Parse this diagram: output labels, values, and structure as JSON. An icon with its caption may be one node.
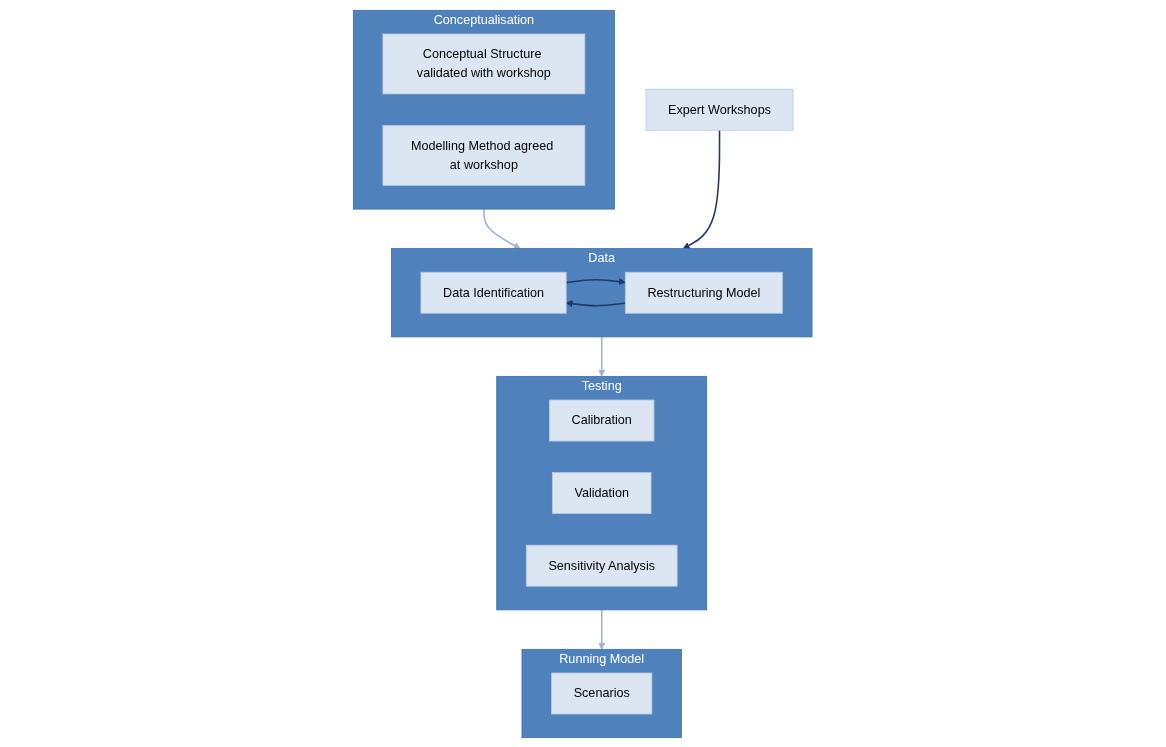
{
  "diagram": {
    "nodes": [
      {
        "text": [
          "Conceptualisation"
        ]
      },
      {
        "text": [
          "Conceptual Structure validated with workshop"
        ],
        "in": 0
      },
      {
        "text": [
          "Modelling Method agreed at workshop"
        ],
        "in": 0
      },
      {
        "text": [
          "Data"
        ]
      },
      {
        "text": [
          "Data Identification"
        ],
        "in": 3
      },
      {
        "text": [
          "Restructuring Model"
        ],
        "in": 3
      },
      {
        "text": [
          "Expert Workshops"
        ]
      },
      {
        "text": [
          "Testing"
        ]
      },
      {
        "text": [
          "Calibration"
        ],
        "in": 7
      },
      {
        "text": [
          "Validation"
        ],
        "in": 7
      },
      {
        "text": [
          "Sensitivity Analysis"
        ],
        "in": 7
      },
      {
        "text": [
          "Running Model"
        ]
      },
      {
        "text": [
          "Scenarios"
        ],
        "in": 11
      }
    ],
    "edges": [
      {
        "from": 0,
        "to": 3,
        "arrow": "to"
      },
      {
        "from": 4,
        "to": 5,
        "arrow": "to",
        "color": "#1f3a66"
      },
      {
        "from": 5,
        "to": 4,
        "arrow": "to",
        "color": "#1f3a66"
      },
      {
        "from": 6,
        "to": 3,
        "arrow": "to",
        "color": "#1f3a66"
      },
      {
        "from": 3,
        "to": 7,
        "arrow": "to"
      },
      {
        "from": 7,
        "to": 11,
        "arrow": "to"
      }
    ]
  }
}
